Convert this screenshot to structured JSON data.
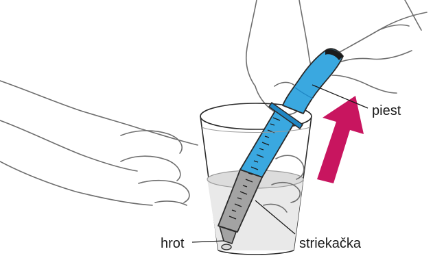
{
  "labels": {
    "plunger": "piest",
    "tip": "hrot",
    "syringe": "striekačka"
  },
  "colors": {
    "syringe_blue": "#3aa8e0",
    "syringe_blue_dark": "#1f86c4",
    "liquid_gray": "#a3a3a3",
    "arrow_magenta": "#c8155f",
    "outline": "#2b2b2b",
    "hand_outline": "#6e6e6e"
  },
  "icons": {
    "direction": "up-arrow-icon"
  }
}
